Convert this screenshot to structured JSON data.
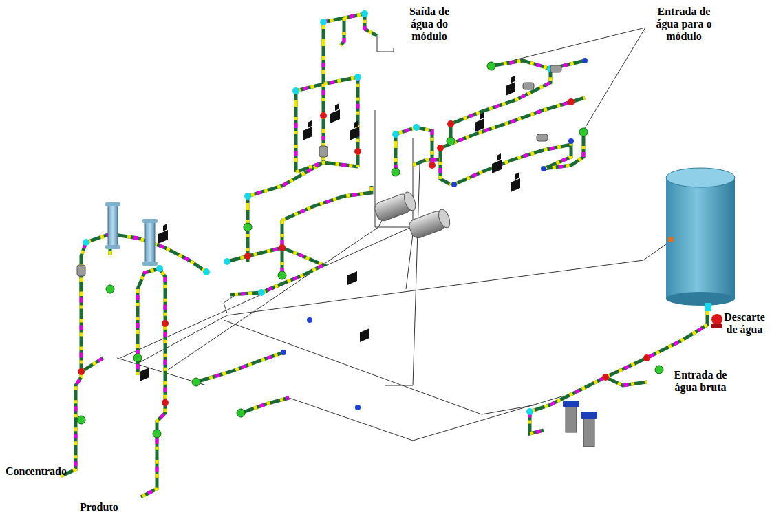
{
  "diagram": {
    "labels": [
      "Saída de água do módulo",
      "Entrada de água para o módulo",
      "Descarte de água",
      "Entrada de água bruta",
      "Concentrado",
      "Produto"
    ]
  }
}
